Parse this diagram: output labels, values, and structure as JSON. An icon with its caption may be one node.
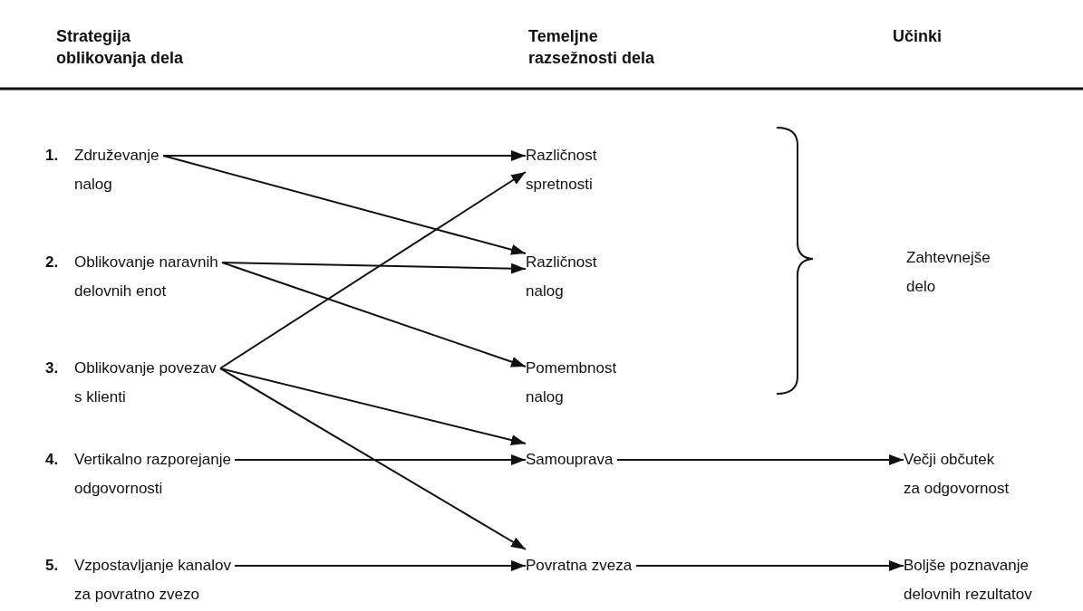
{
  "diagram": {
    "nodes": [
      {
        "text": [
          "1.",
          "Združevanje nalog"
        ]
      },
      {
        "text": [
          "2.",
          "Oblikovanje naravnih delovnih enot"
        ]
      },
      {
        "text": [
          "3.",
          "Oblikovanje povezav s klienti"
        ]
      },
      {
        "text": [
          "4.",
          "Vertikalno razporejanje odgovornosti"
        ]
      },
      {
        "text": [
          "5.",
          "Vzpostavljanje kanalov za povratno zvezo"
        ]
      },
      {
        "text": [
          "Različnost spretnosti"
        ]
      },
      {
        "text": [
          "Različnost nalog"
        ]
      },
      {
        "text": [
          "Pomembnost nalog"
        ]
      },
      {
        "text": [
          "Samouprava"
        ]
      },
      {
        "text": [
          "Povratna zveza"
        ]
      },
      {
        "text": [
          "Zahtevnejše delo"
        ]
      },
      {
        "text": [
          "Večji občutek za odgovornost"
        ]
      },
      {
        "text": [
          "Boljše poznavanje delovnih rezultatov"
        ]
      }
    ],
    "edges": [
      {
        "from": 0,
        "to": 5,
        "arrow": "to"
      },
      {
        "from": 0,
        "to": 6,
        "arrow": "to"
      },
      {
        "from": 1,
        "to": 6,
        "arrow": "to"
      },
      {
        "from": 1,
        "to": 7,
        "arrow": "to"
      },
      {
        "from": 2,
        "to": 5,
        "arrow": "to"
      },
      {
        "from": 2,
        "to": 8,
        "arrow": "to"
      },
      {
        "from": 2,
        "to": 9,
        "arrow": "to"
      },
      {
        "from": 3,
        "to": 8,
        "arrow": "to"
      },
      {
        "from": 4,
        "to": 9,
        "arrow": "to"
      },
      {
        "from": 8,
        "to": 11,
        "arrow": "to"
      },
      {
        "from": 9,
        "to": 12,
        "arrow": "to"
      }
    ],
    "labels": [
      "Strategija oblikovanja dela",
      "Temeljne razsežnosti dela",
      "Učinki"
    ]
  }
}
